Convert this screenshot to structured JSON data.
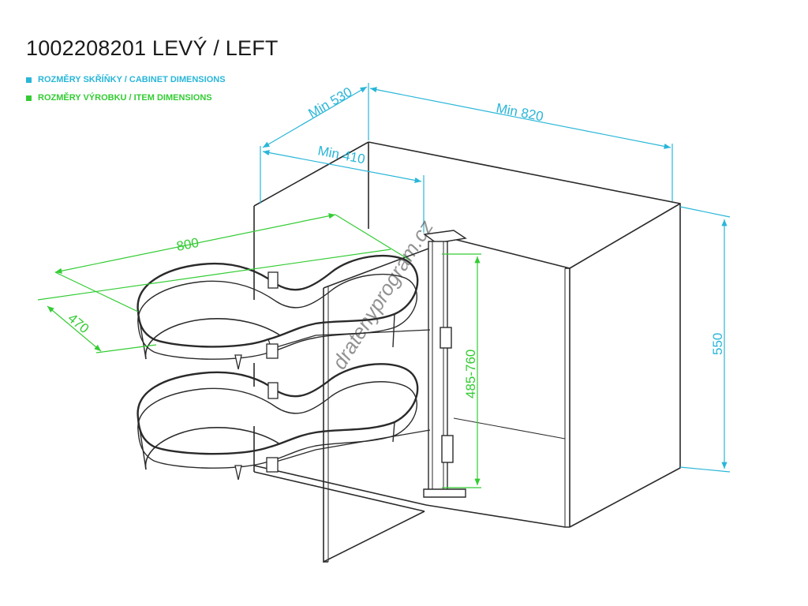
{
  "title": "1002208201 LEVÝ / LEFT",
  "legend": {
    "cabinet": {
      "label": "ROZMĚRY SKŘÍŇKY / CABINET DIMENSIONS",
      "color": "#29b6d8"
    },
    "item": {
      "label": "ROZMĚRY VÝROBKU / ITEM DIMENSIONS",
      "color": "#33cc33"
    }
  },
  "dimensions": {
    "min530": "Min 530",
    "min820": "Min 820",
    "min410": "Min 410",
    "w800": "800",
    "d470": "470",
    "h485_760": "485-760",
    "h550": "550"
  },
  "watermark": "dratenyprogram.cz",
  "icons": {
    "cabinet": "cabinet-outline-icon",
    "basket": "kidney-basket-icon"
  }
}
